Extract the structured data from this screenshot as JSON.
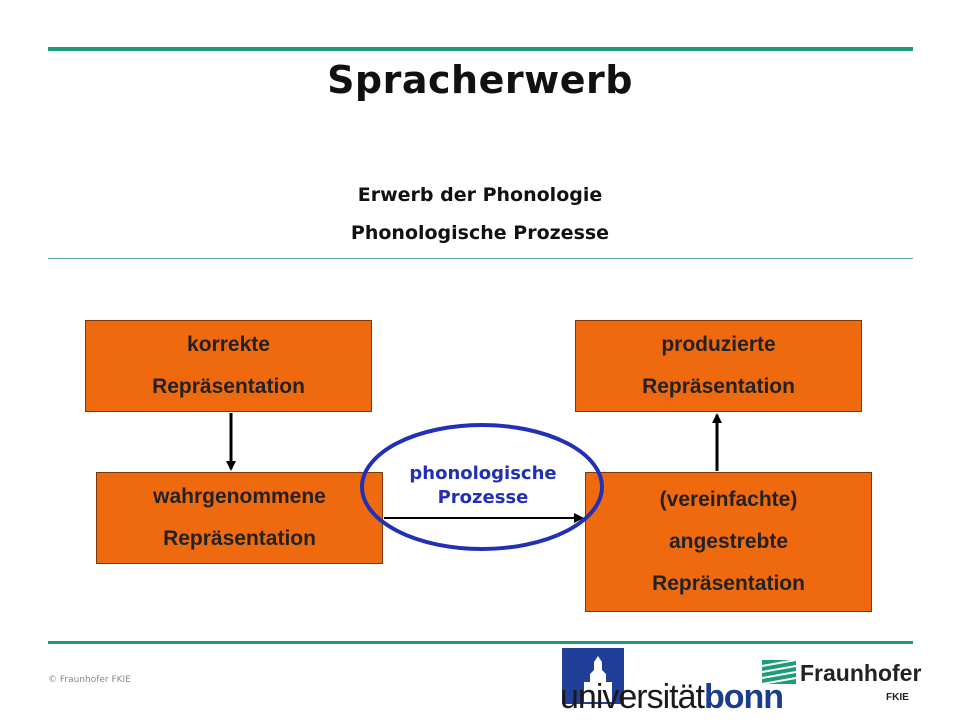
{
  "header": {
    "title": "Spracherwerb",
    "subtitle_line1": "Erwerb der Phonologie",
    "subtitle_line2": "Phonologische Prozesse"
  },
  "diagram": {
    "boxes": {
      "correct": {
        "line1": "korrekte",
        "line2": "Repräsentation"
      },
      "produced": {
        "line1": "produzierte",
        "line2": "Repräsentation"
      },
      "perceived": {
        "line1": "wahrgenommene",
        "line2": "Repräsentation"
      },
      "target": {
        "line1": "(vereinfachte)",
        "line2": "angestrebte",
        "line3": "Repräsentation"
      }
    },
    "process": {
      "line1": "phonologische",
      "line2": "Prozesse"
    },
    "colors": {
      "box_fill": "#ef6a0f",
      "ellipse": "#2230b8",
      "accent_rule": "#1e9b7a"
    }
  },
  "footer": {
    "copyright": "© Fraunhofer FKIE",
    "uni_logo_regular": "universität",
    "uni_logo_bold": "bonn",
    "fraunhofer_name": "Fraunhofer",
    "fraunhofer_sub": "FKIE"
  }
}
